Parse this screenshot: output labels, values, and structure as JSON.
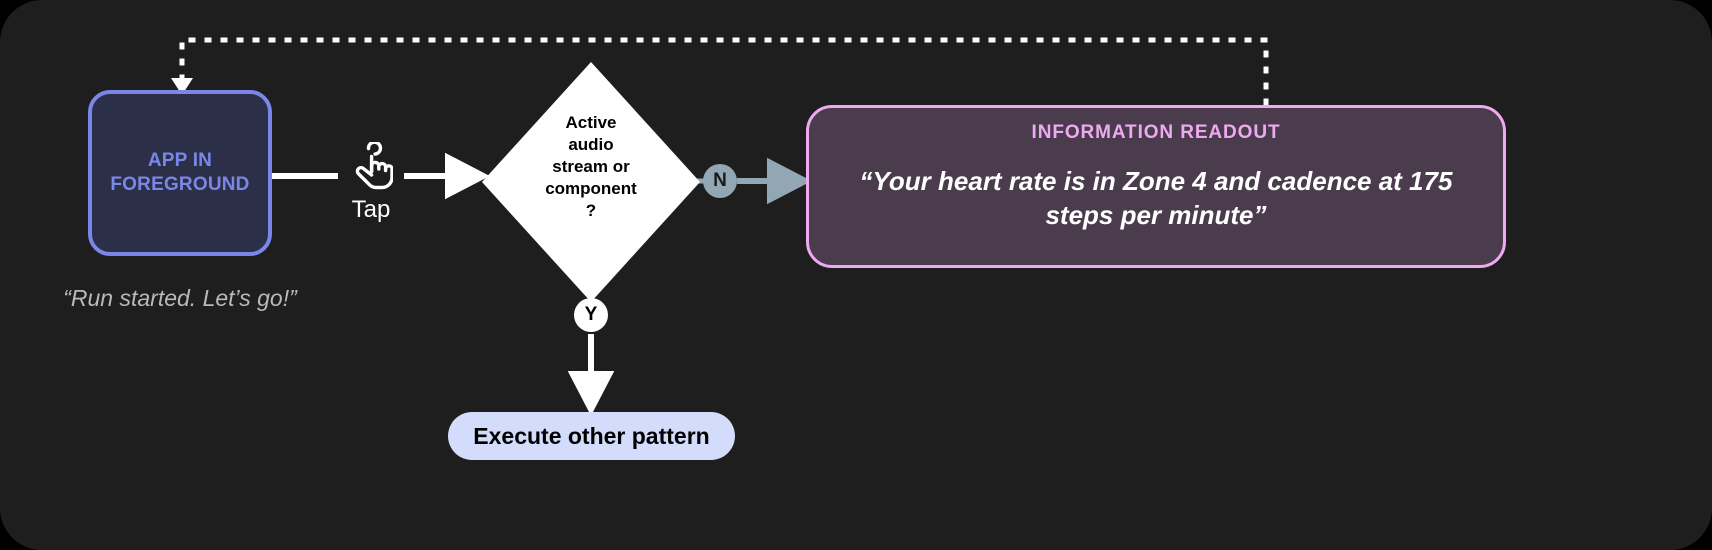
{
  "canvas": {
    "background": "#1e1e1e",
    "page_background": "#000000"
  },
  "app_node": {
    "label": "APP IN FOREGROUND",
    "caption": "“Run started. Let’s go!”",
    "fill": "#2b3048",
    "border": "#7b87e8",
    "text_color": "#7b87e8",
    "caption_color": "#b9b9b9"
  },
  "gesture": {
    "icon": "tap-hand-icon",
    "label": "Tap",
    "color": "#ffffff"
  },
  "decision": {
    "text": "Active audio stream or component ?",
    "lines": [
      "Active",
      "audio",
      "stream or",
      "component",
      "?"
    ],
    "fill": "#ffffff",
    "text_color": "#000000"
  },
  "branches": {
    "no": {
      "badge": "N",
      "badge_fill": "#93a6b4",
      "badge_text": "#1a1a1a",
      "connector_color": "#93a6b4"
    },
    "yes": {
      "badge": "Y",
      "badge_fill": "#ffffff",
      "badge_text": "#000000",
      "connector_color": "#ffffff"
    }
  },
  "execute_button": {
    "label": "Execute other pattern",
    "fill": "#d3ddfb",
    "text_color": "#000000"
  },
  "readout": {
    "title": "INFORMATION READOUT",
    "message": "“Your heart rate is in Zone 4 and cadence at 175 steps per minute”",
    "message_lines": [
      "“Your heart rate is in Zone 4 and cadence at",
      "175 steps per minute”"
    ],
    "fill": "#4a3c4d",
    "border": "#eeaaf0",
    "title_color": "#eeaaf0",
    "message_color": "#ffffff"
  },
  "return_path": {
    "style": "dotted",
    "color": "#ffffff",
    "from": "readout",
    "to": "app_node"
  }
}
